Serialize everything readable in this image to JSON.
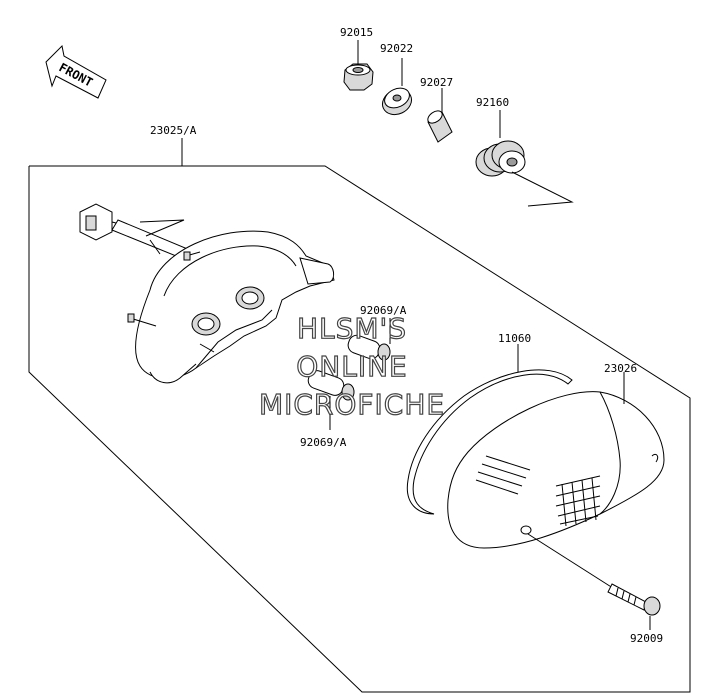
{
  "direction_badge": {
    "text": "FRONT"
  },
  "callouts": {
    "p92015": "92015",
    "p92022": "92022",
    "p92027": "92027",
    "p92160": "92160",
    "p23025": "23025/A",
    "p92069_upper": "92069/A",
    "p92069_lower": "92069/A",
    "p11060": "11060",
    "p23026": "23026",
    "p92009": "92009"
  },
  "watermark": {
    "line1": "HLSM'S",
    "line2": "ONLINE",
    "line3": "MICROFICHE"
  }
}
